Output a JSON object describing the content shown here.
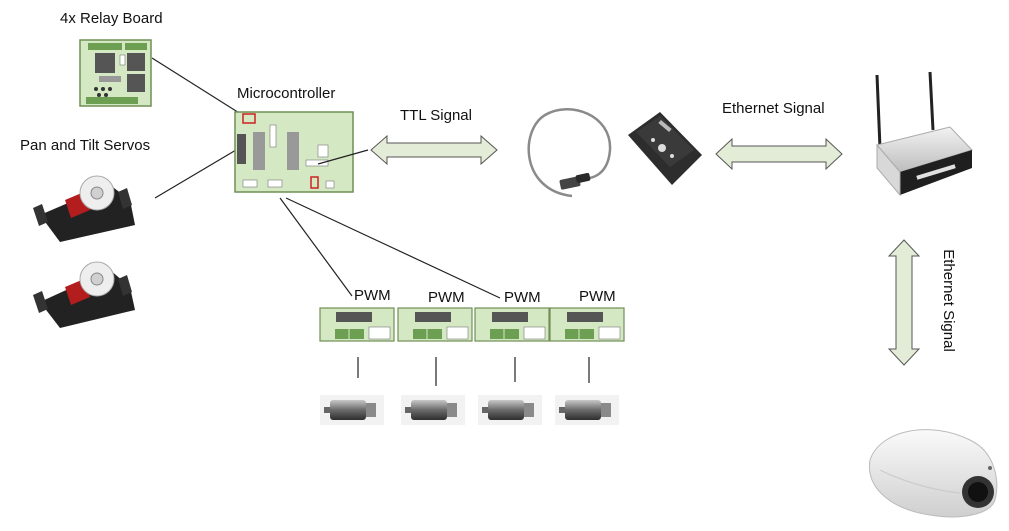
{
  "labels": {
    "relay_board": "4x Relay Board",
    "servos": "Pan and Tilt Servos",
    "microcontroller": "Microcontroller",
    "ttl_signal": "TTL Signal",
    "ethernet_signal_h": "Ethernet Signal",
    "ethernet_signal_v": "Ethernet Signal",
    "pwm": [
      "PWM",
      "PWM",
      "PWM",
      "PWM"
    ]
  },
  "colors": {
    "board_green": "#d5e8c4",
    "board_border": "#6f8f55",
    "arrow_fill": "#e3ecd6",
    "arrow_stroke": "#555555",
    "chip_dark": "#555555",
    "chip_red": "#cc2222"
  },
  "icons": {
    "relay_board": "relay-board-icon",
    "servo": "servo-icon",
    "microcontroller": "microcontroller-board-icon",
    "cable": "serial-cable-icon",
    "converter": "serial-ethernet-converter-icon",
    "router": "wireless-router-icon",
    "camera": "ip-camera-icon",
    "motor": "dc-motor-icon"
  }
}
